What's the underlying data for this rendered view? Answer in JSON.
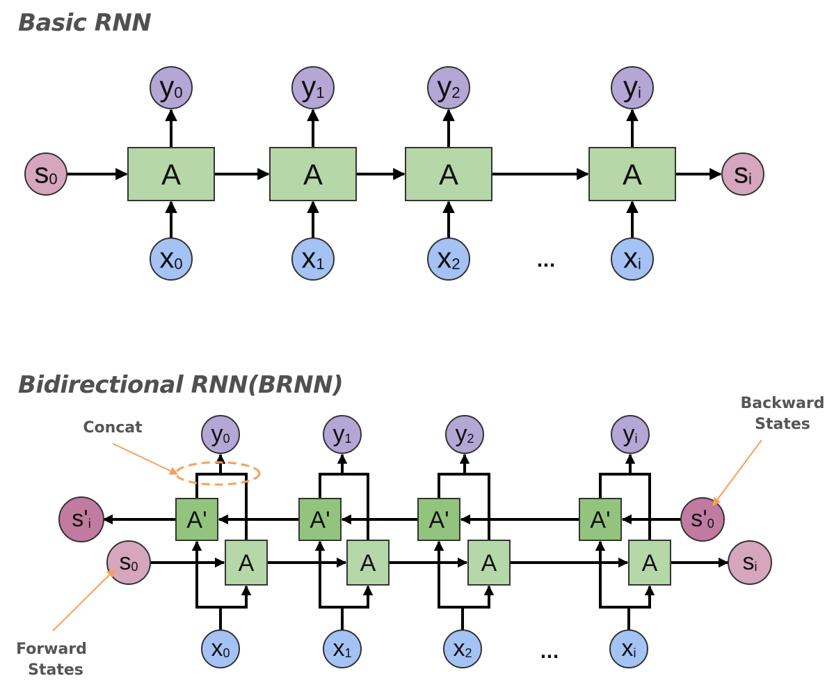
{
  "titles": {
    "basic": "Basic RNN",
    "bidirectional": "Bidirectional RNN(BRNN)"
  },
  "colors": {
    "output_node": "#b4a7d6",
    "input_node": "#a4c2f4",
    "state_node": "#d5a6bd",
    "backward_state_node": "#c27ba0",
    "forward_cell": "#b6d7a8",
    "backward_cell": "#93c47d",
    "annotation": "#f6a05a"
  },
  "basic": {
    "outputs": [
      {
        "main": "y",
        "sub": "0"
      },
      {
        "main": "y",
        "sub": "1"
      },
      {
        "main": "y",
        "sub": "2"
      },
      {
        "main": "y",
        "sub": "i"
      }
    ],
    "inputs": [
      {
        "main": "x",
        "sub": "0"
      },
      {
        "main": "x",
        "sub": "1"
      },
      {
        "main": "x",
        "sub": "2"
      },
      {
        "main": "x",
        "sub": "i"
      }
    ],
    "cells": [
      "A",
      "A",
      "A",
      "A"
    ],
    "initial_state": {
      "main": "s",
      "sub": "0"
    },
    "final_state": {
      "main": "s",
      "sub": "i"
    },
    "ellipsis": "..."
  },
  "brnn": {
    "outputs": [
      {
        "main": "y",
        "sub": "0"
      },
      {
        "main": "y",
        "sub": "1"
      },
      {
        "main": "y",
        "sub": "2"
      },
      {
        "main": "y",
        "sub": "i"
      }
    ],
    "inputs": [
      {
        "main": "x",
        "sub": "0"
      },
      {
        "main": "x",
        "sub": "1"
      },
      {
        "main": "x",
        "sub": "2"
      },
      {
        "main": "x",
        "sub": "i"
      }
    ],
    "forward_cells": [
      "A",
      "A",
      "A",
      "A"
    ],
    "backward_cells": [
      "A'",
      "A'",
      "A'",
      "A'"
    ],
    "forward_initial_state": {
      "main": "s",
      "sub": "0"
    },
    "forward_final_state": {
      "main": "s",
      "sub": "i"
    },
    "backward_initial_state": {
      "main": "s'",
      "sub": "0"
    },
    "backward_final_state": {
      "main": "s'",
      "sub": "i"
    },
    "ellipsis": "...",
    "annotations": {
      "concat": "Concat",
      "backward_line1": "Backward",
      "backward_line2": "States",
      "forward_line1": "Forward",
      "forward_line2": "States"
    }
  }
}
